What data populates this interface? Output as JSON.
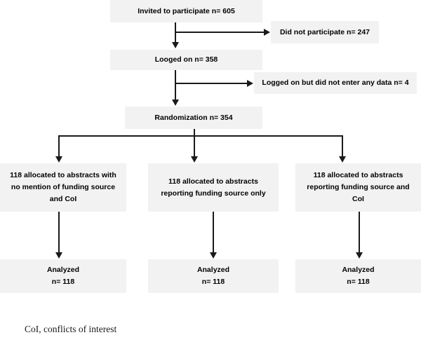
{
  "diagram": {
    "type": "flowchart",
    "title": "CONSORT-style participant flow diagram",
    "nodes": {
      "invited": "Invited to participate n= 605",
      "did_not_participate": "Did not participate n= 247",
      "logged_on": "Looged on n= 358",
      "no_data": "Logged on but did not enter any data n= 4",
      "randomization": "Randomization n= 354",
      "alloc_left_line1": "118 allocated to abstracts with",
      "alloc_left_line2": "no mention of funding source",
      "alloc_left_line3": "and CoI",
      "alloc_mid_line1": "118 allocated to abstracts",
      "alloc_mid_line2": "reporting funding source only",
      "alloc_right_line1": "118 allocated to abstracts",
      "alloc_right_line2": "reporting funding source and",
      "alloc_right_line3": "CoI",
      "analyzed_left_line1": "Analyzed",
      "analyzed_left_line2": "n= 118",
      "analyzed_mid_line1": "Analyzed",
      "analyzed_mid_line2": "n= 118",
      "analyzed_right_line1": "Analyzed",
      "analyzed_right_line2": "n= 118"
    },
    "footnote": "CoI, conflicts of interest",
    "colors": {
      "box_fill": "#f2f2f2",
      "connector": "#1a1a1a",
      "text": "#000000",
      "background": "#ffffff"
    }
  }
}
